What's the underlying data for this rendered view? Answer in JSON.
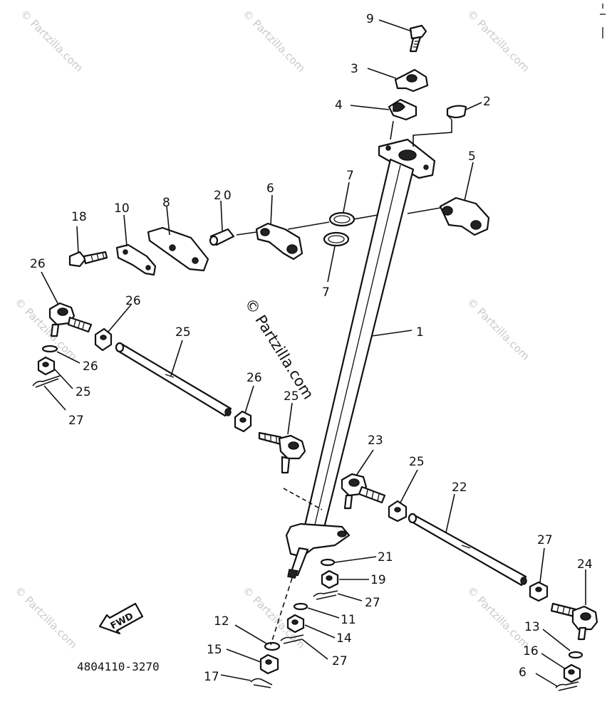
{
  "diagram": {
    "drawing_code": "4804110-3270",
    "direction_label": "FWD",
    "watermark_center": "© Partzilla.com",
    "watermark_tile": "© Partzilla.com",
    "callouts": [
      "1",
      "2",
      "3",
      "4",
      "5",
      "6",
      "6",
      "7",
      "7",
      "8",
      "9",
      "10",
      "11",
      "12",
      "13",
      "14",
      "15",
      "16",
      "17",
      "18",
      "19",
      "20",
      "21",
      "22",
      "23",
      "24",
      "25",
      "25",
      "25",
      "25",
      "26",
      "26",
      "26",
      "26",
      "27",
      "27",
      "27",
      "27"
    ]
  }
}
